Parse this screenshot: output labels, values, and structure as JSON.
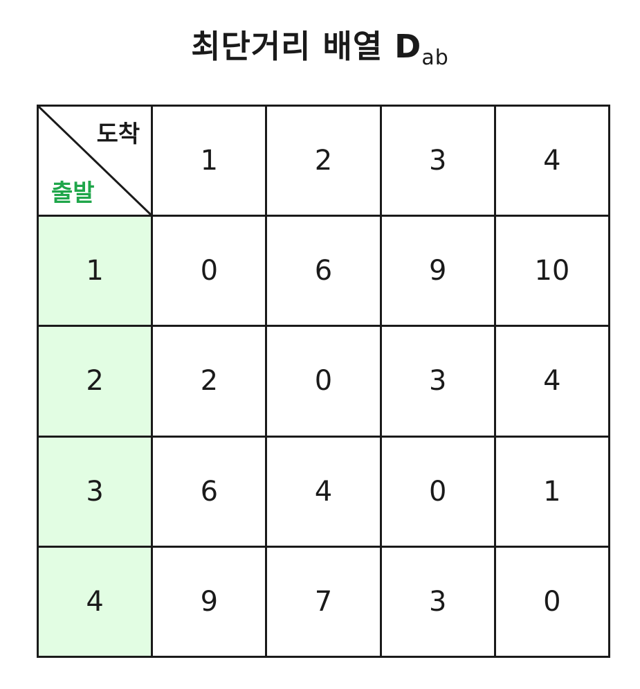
{
  "title": {
    "main": "최단거리 배열 D",
    "subscript": "ab"
  },
  "corner": {
    "to_label": "도착",
    "from_label": "출발"
  },
  "colors": {
    "row_header_bg": "#e2fde3",
    "from_label": "#1fa64a",
    "lines": "#1a1a1a"
  },
  "table": {
    "column_headers": [
      "1",
      "2",
      "3",
      "4"
    ],
    "rows": [
      {
        "label": "1",
        "values": [
          "0",
          "6",
          "9",
          "10"
        ]
      },
      {
        "label": "2",
        "values": [
          "2",
          "0",
          "3",
          "4"
        ]
      },
      {
        "label": "3",
        "values": [
          "6",
          "4",
          "0",
          "1"
        ]
      },
      {
        "label": "4",
        "values": [
          "9",
          "7",
          "3",
          "0"
        ]
      }
    ]
  }
}
